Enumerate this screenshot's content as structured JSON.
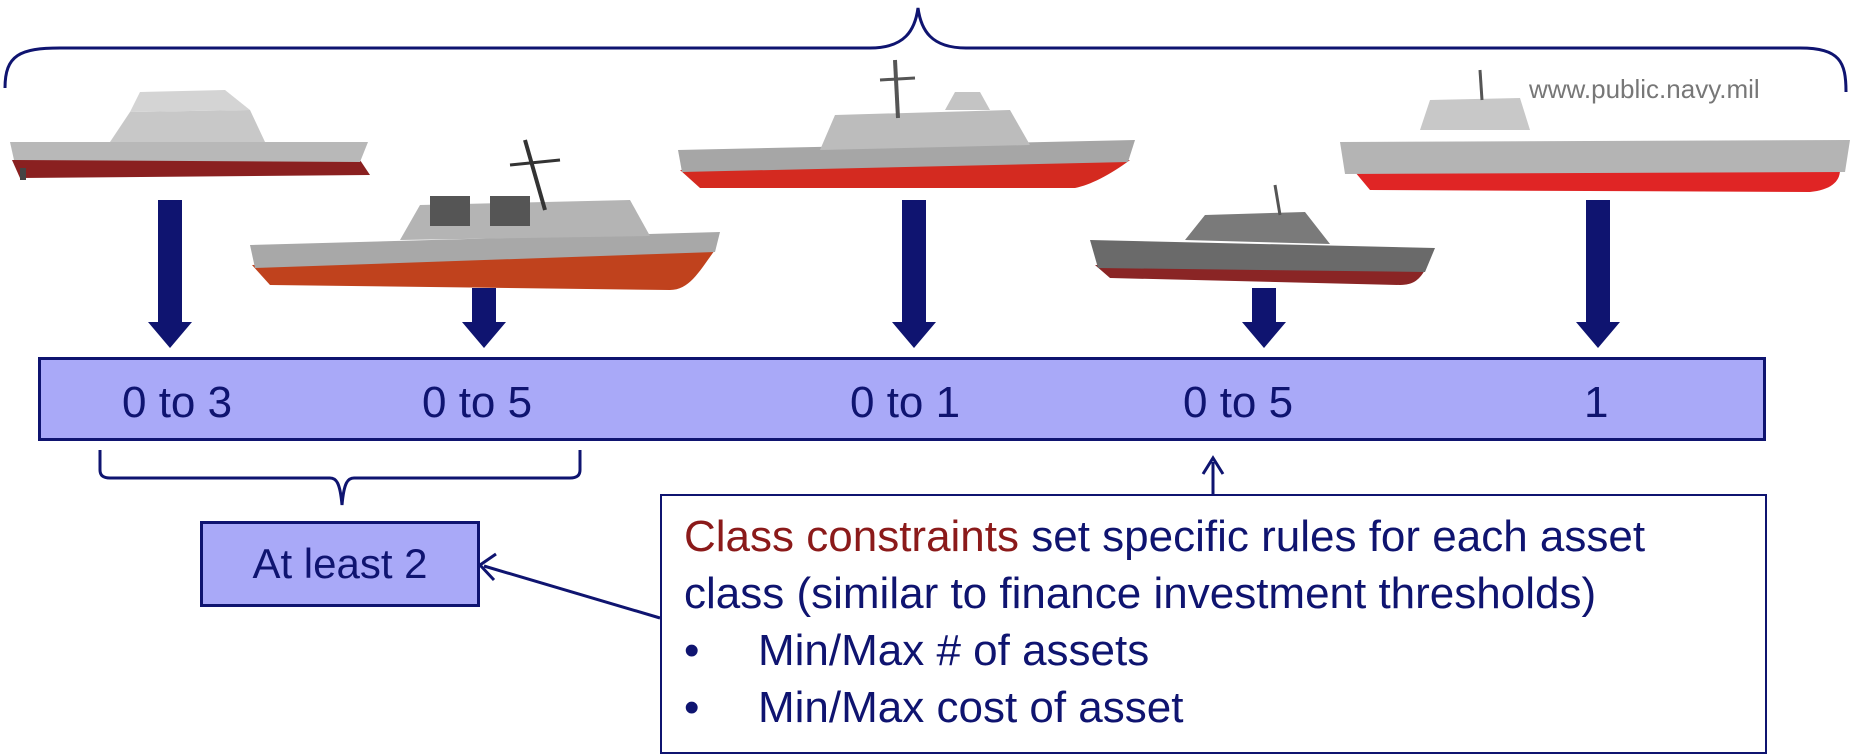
{
  "credit": "www.public.navy.mil",
  "ships": [
    {
      "name": "zumwalt-destroyer",
      "range": "0 to 3"
    },
    {
      "name": "arleigh-burke-destroyer",
      "range": "0 to 5"
    },
    {
      "name": "ticonderoga-cruiser",
      "range": "0 to 1"
    },
    {
      "name": "littoral-combat-ship",
      "range": "0 to 5"
    },
    {
      "name": "aircraft-carrier",
      "range": "1"
    }
  ],
  "group_constraint": "At least 2",
  "callout": {
    "highlight": "Class constraints",
    "line1_rest": " set specific rules for each asset class (similar to finance investment thresholds)",
    "bullets": [
      "Min/Max # of assets",
      "Min/Max cost of asset"
    ]
  },
  "colors": {
    "navy": "#0f1470",
    "fill": "#a9a9f8",
    "highlight": "#8b1a1a",
    "hull_red": "#c0221d"
  }
}
